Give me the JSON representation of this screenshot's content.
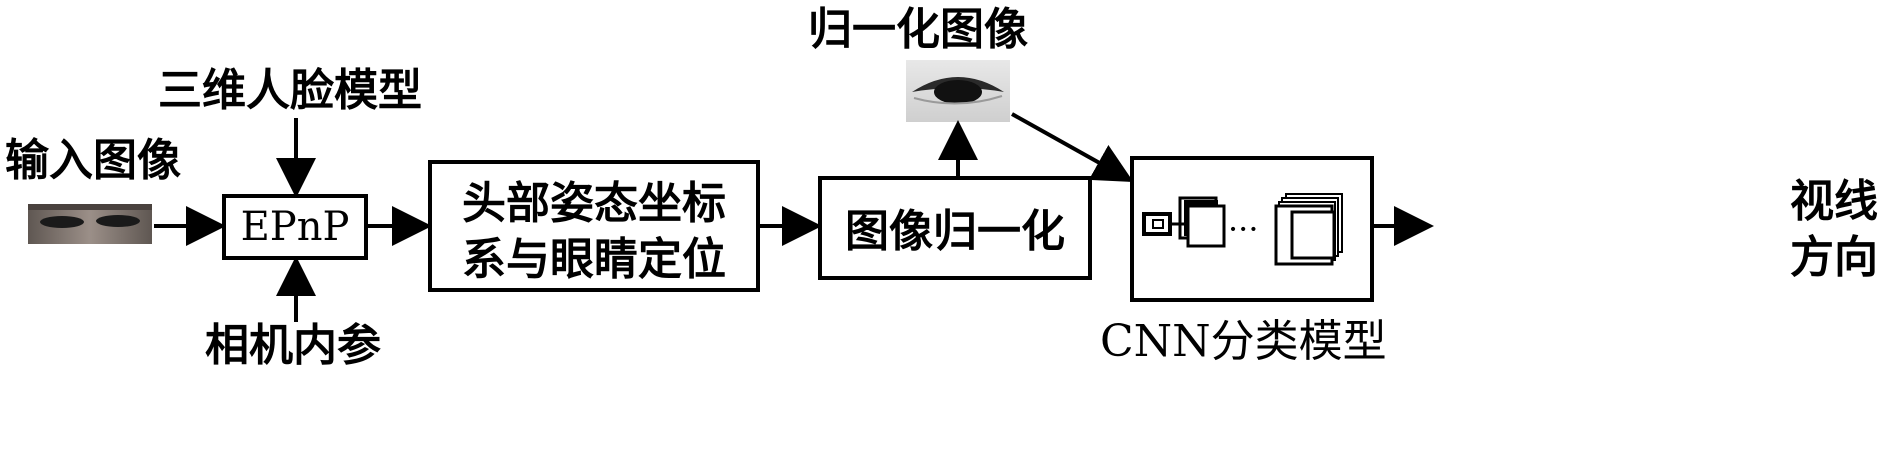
{
  "labels": {
    "input_image": "输入图像",
    "face_model": "三维人脸模型",
    "camera_intrinsics": "相机内参",
    "epnp": "EPnP",
    "head_pose_line1": "头部姿态坐标",
    "head_pose_line2": "系与眼睛定位",
    "image_normalization": "图像归一化",
    "normalized_image": "归一化图像",
    "cnn_model": "CNN分类模型",
    "gaze_line1": "视线",
    "gaze_line2": "方向",
    "ellipsis": "···"
  },
  "colors": {
    "stroke": "#000000",
    "background": "#ffffff",
    "eye_dark": "#1a1a1a",
    "skin": "#8a7f78",
    "eye_photo_bg": "#d8d8d8"
  }
}
